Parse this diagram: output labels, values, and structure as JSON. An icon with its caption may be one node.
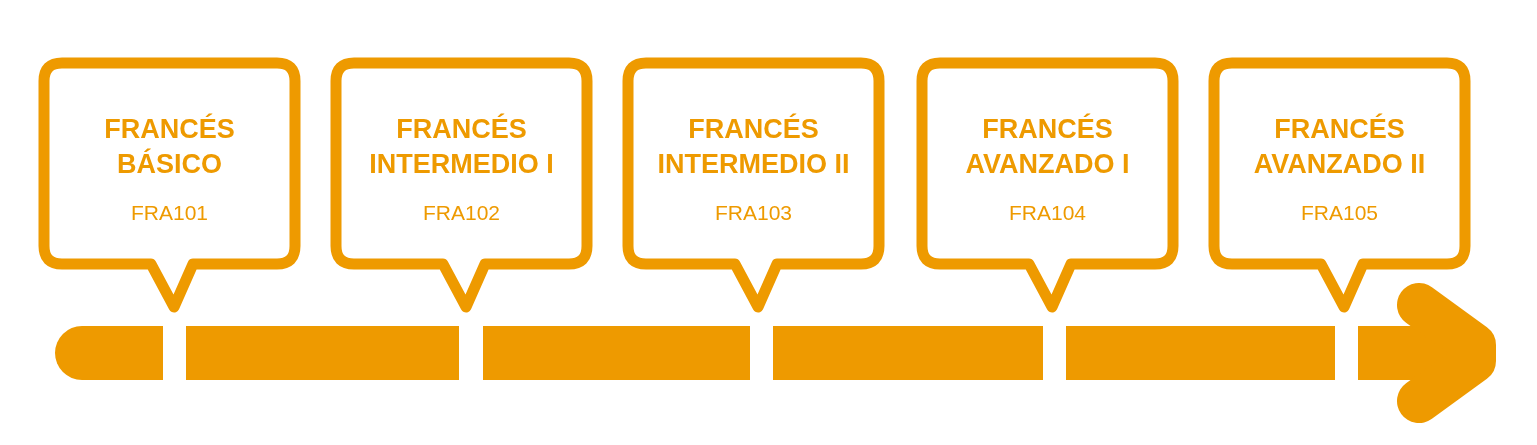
{
  "diagram": {
    "nodes": [
      {
        "text": [
          "FRANCÉS BÁSICO",
          "FRA101"
        ]
      },
      {
        "text": [
          "FRANCÉS INTERMEDIO I",
          "FRA102"
        ]
      },
      {
        "text": [
          "FRANCÉS INTERMEDIO II",
          "FRA103"
        ]
      },
      {
        "text": [
          "FRANCÉS AVANZADO I",
          "FRA104"
        ]
      },
      {
        "text": [
          "FRANCÉS AVANZADO II",
          "FRA105"
        ]
      }
    ]
  }
}
